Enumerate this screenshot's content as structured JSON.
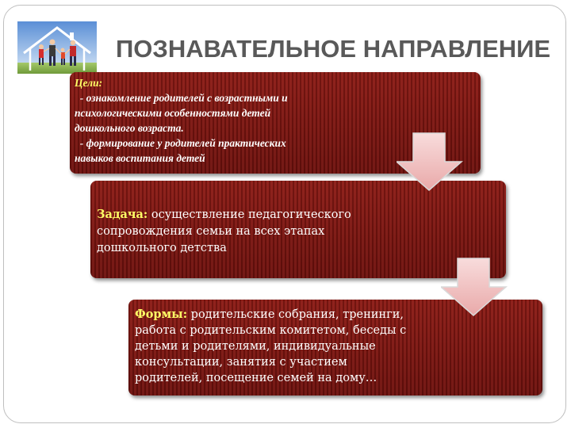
{
  "slide": {
    "title": "ПОЗНАВАТЕЛЬНОЕ НАПРАВЛЕНИЕ"
  },
  "goals": {
    "label": "Цели:",
    "lines": [
      "  - ознакомление родителей с возрастными и",
      "психологическими особенностями детей",
      "дошкольного возраста.",
      "  - формирование у родителей практических",
      "навыков воспитания детей"
    ]
  },
  "task": {
    "label": "Задача:",
    "lines": [
      " осуществление педагогического",
      "сопровождения семьи на всех этапах",
      "дошкольного детства"
    ]
  },
  "forms": {
    "label": "Формы:",
    "lines": [
      " родительские собрания, тренинги,",
      "работа с родительским комитетом, беседы с",
      "детьми и родителями,  индивидуальные",
      "консультации, занятия с участием",
      "родителей, посещение семей на дому…"
    ]
  },
  "colors": {
    "box_fill": "#7a1410",
    "label_highlight": "#ffff66",
    "title_text": "#595959",
    "arrow_fill": "#f2c4c4"
  },
  "icons": {
    "logo": "family-house-logo",
    "arrows": "down-arrow-icon"
  }
}
